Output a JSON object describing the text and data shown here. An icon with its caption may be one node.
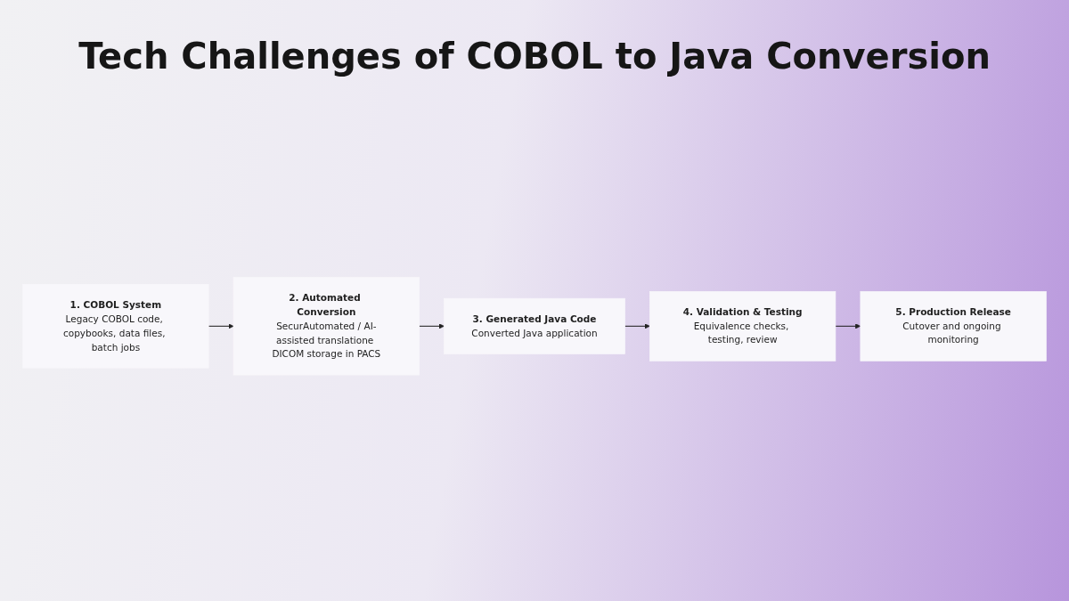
{
  "diagram": {
    "title": "Tech Challenges of COBOL to Java Conversion",
    "nodes": [
      {
        "text": [
          "1. COBOL System",
          "Legacy COBOL code, copybooks, data files, batch jobs"
        ]
      },
      {
        "text": [
          "2. Automated Conversion",
          "SecurAutomated / AI-assisted translatione DICOM storage in PACS"
        ]
      },
      {
        "text": [
          "3. Generated Java Code",
          "Converted Java application"
        ]
      },
      {
        "text": [
          "4. Validation & Testing",
          "Equivalence checks, testing, review"
        ]
      },
      {
        "text": [
          "5. Production Release",
          "Cutover and ongoing monitoring"
        ]
      }
    ],
    "edges": [
      {
        "from": 0,
        "to": 1,
        "arrow": "to"
      },
      {
        "from": 1,
        "to": 2,
        "arrow": "to"
      },
      {
        "from": 2,
        "to": 3,
        "arrow": "to"
      },
      {
        "from": 3,
        "to": 4,
        "arrow": "to"
      }
    ]
  }
}
